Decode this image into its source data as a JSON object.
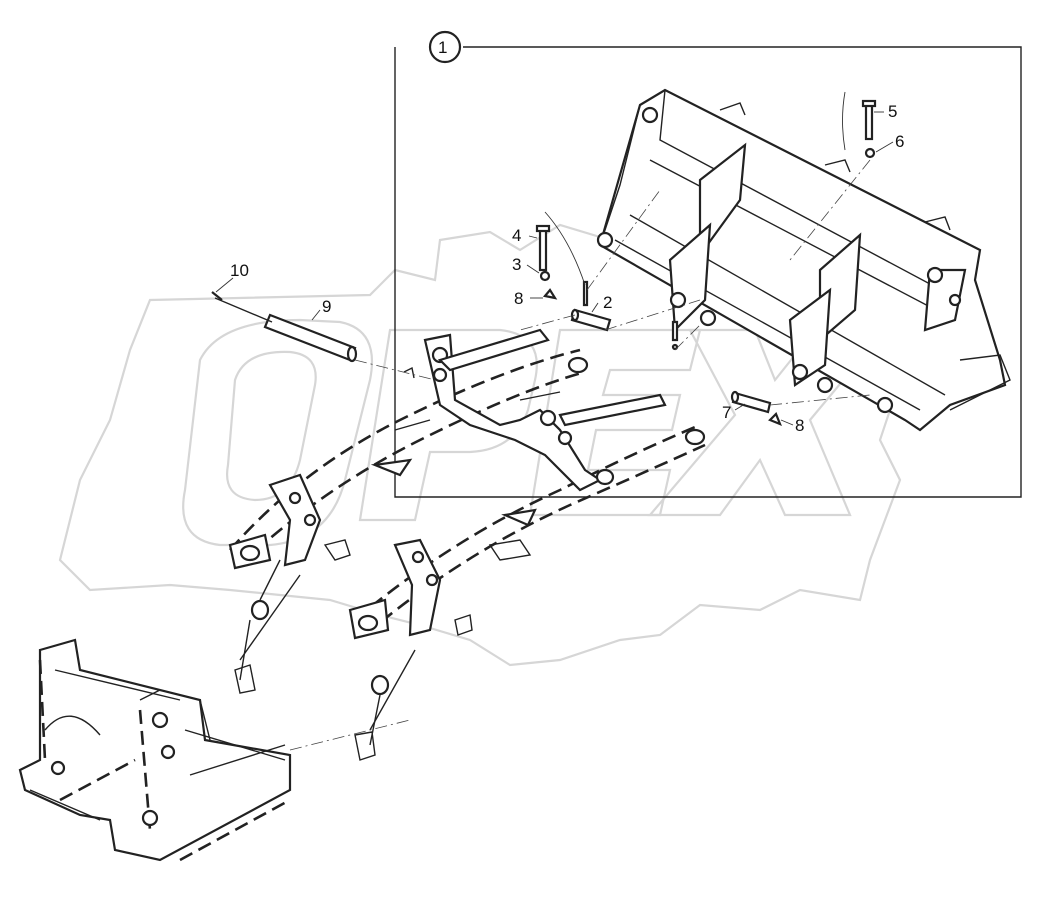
{
  "diagram": {
    "group_label": "1",
    "watermark_text": "OPEX",
    "callouts": [
      {
        "id": "c1",
        "text": "1"
      },
      {
        "id": "c2",
        "text": "2"
      },
      {
        "id": "c3",
        "text": "3"
      },
      {
        "id": "c4",
        "text": "4"
      },
      {
        "id": "c5",
        "text": "5"
      },
      {
        "id": "c6",
        "text": "6"
      },
      {
        "id": "c7",
        "text": "7"
      },
      {
        "id": "c8a",
        "text": "8"
      },
      {
        "id": "c8b",
        "text": "8"
      },
      {
        "id": "c9",
        "text": "9"
      },
      {
        "id": "c10",
        "text": "10"
      }
    ]
  }
}
